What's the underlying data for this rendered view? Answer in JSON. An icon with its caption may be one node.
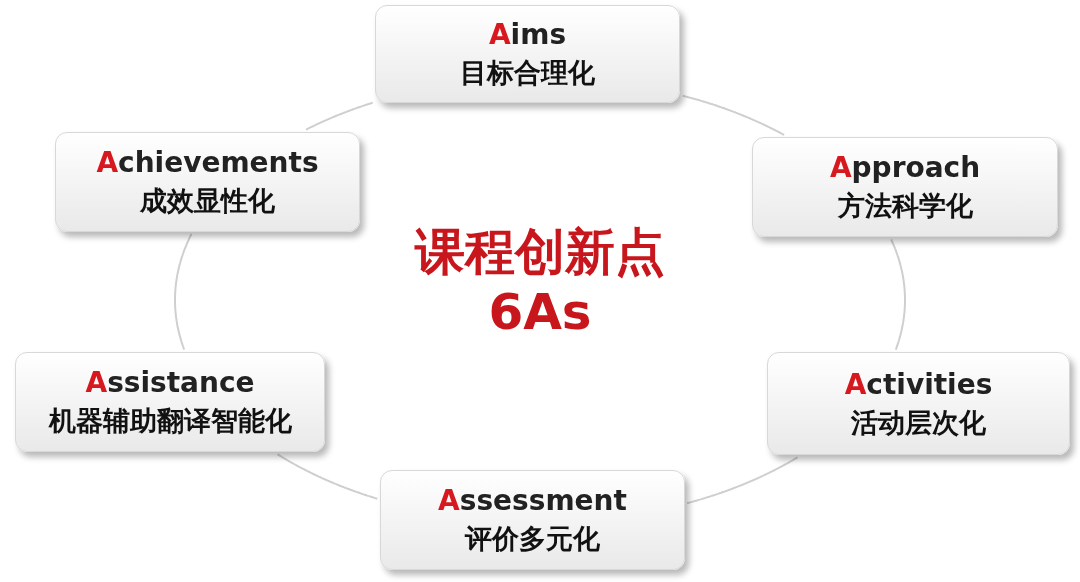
{
  "diagram": {
    "nodes": [
      {
        "text": [
          "Aims",
          "目标合理化"
        ]
      },
      {
        "text": [
          "Achievements",
          "成效显性化"
        ]
      },
      {
        "text": [
          "Approach",
          "方法科学化"
        ]
      },
      {
        "text": [
          "Assistance",
          "机器辅助翻译智能化"
        ]
      },
      {
        "text": [
          "Activities",
          "活动层次化"
        ]
      },
      {
        "text": [
          "Assessment",
          "评价多元化"
        ]
      }
    ],
    "edges": [
      {
        "from": 0,
        "to": 2,
        "arrow": "none"
      },
      {
        "from": 2,
        "to": 4,
        "arrow": "none"
      },
      {
        "from": 4,
        "to": 5,
        "arrow": "none"
      },
      {
        "from": 5,
        "to": 3,
        "arrow": "none"
      },
      {
        "from": 3,
        "to": 1,
        "arrow": "none"
      },
      {
        "from": 1,
        "to": 0,
        "arrow": "none"
      }
    ],
    "labels": [
      "课程创新点",
      "6As"
    ]
  }
}
